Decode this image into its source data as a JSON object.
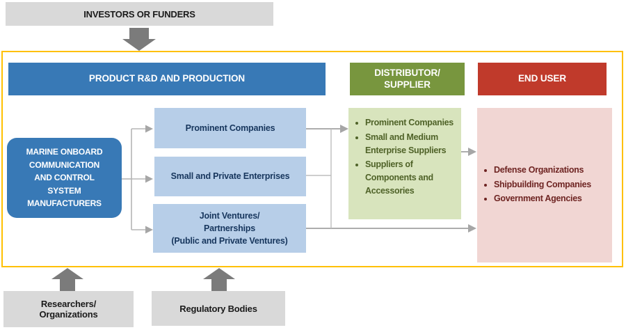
{
  "external": {
    "investors_label": "INVESTORS OR FUNDERS",
    "researchers_lines": [
      "Researchers/",
      "Organizations"
    ],
    "regulatory_label": "Regulatory Bodies"
  },
  "headers": {
    "production_label": "PRODUCT R&D AND PRODUCTION",
    "distributor_lines": [
      "DISTRIBUTOR/",
      "SUPPLIER"
    ],
    "end_user_label": "END USER"
  },
  "production": {
    "manufacturers_lines": [
      "MARINE ONBOARD",
      "COMMUNICATION",
      "AND CONTROL",
      "SYSTEM",
      "MANUFACTURERS"
    ],
    "prominent_label": "Prominent Companies",
    "small_private_label": "Small and Private Enterprises",
    "joint_ventures_lines": [
      "Joint Ventures/",
      "Partnerships",
      "(Public and Private Ventures)"
    ]
  },
  "distributor": {
    "items": [
      "Prominent Companies",
      "Small and Medium Enterprise Suppliers",
      "Suppliers of Components and Accessories"
    ]
  },
  "end_user": {
    "items": [
      "Defense Organizations",
      "Shipbuilding Companies",
      "Government Agencies"
    ]
  },
  "colors": {
    "frame_border": "#ffc000",
    "header_blue": "#3879b6",
    "header_olive": "#78963e",
    "header_red": "#c03a2b",
    "light_blue_box": "#b7cee8",
    "navy_text": "#17365d",
    "light_green_box": "#d8e4bd",
    "green_text": "#4f6228",
    "pink_box": "#f1d6d3",
    "maroon_text": "#6e2422",
    "gray_box": "#d9d9d9",
    "block_arrow": "#7b7b7b",
    "connector_line": "#b5b5b5",
    "connector_arrowhead": "#a6a6a6"
  }
}
